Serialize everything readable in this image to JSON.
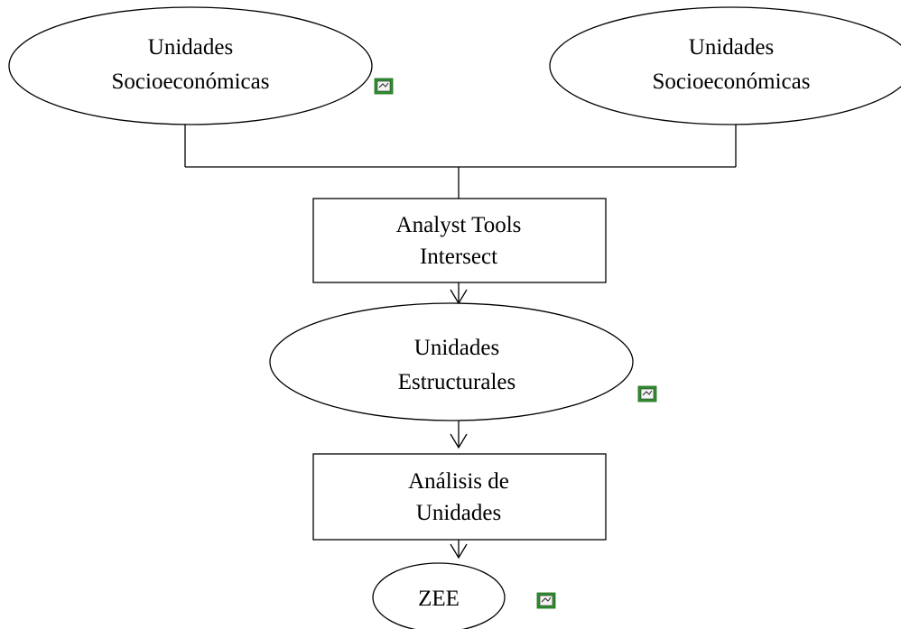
{
  "nodes": {
    "input_left": {
      "line1": "Unidades",
      "line2": "Socioeconómicas",
      "icon": "layer-icon"
    },
    "input_right": {
      "line1": "Unidades",
      "line2": "Socioeconómicas"
    },
    "intersect_tool": {
      "line1": "Analyst Tools",
      "line2": "Intersect"
    },
    "structural_units": {
      "line1": "Unidades",
      "line2": "Estructurales",
      "icon": "layer-icon"
    },
    "units_analysis": {
      "line1": "Análisis de",
      "line2": "Unidades"
    },
    "zee": {
      "label": "ZEE",
      "icon": "layer-icon"
    }
  },
  "colors": {
    "stroke": "#000000",
    "icon_green": "#2f8f2f",
    "background": "#ffffff"
  }
}
